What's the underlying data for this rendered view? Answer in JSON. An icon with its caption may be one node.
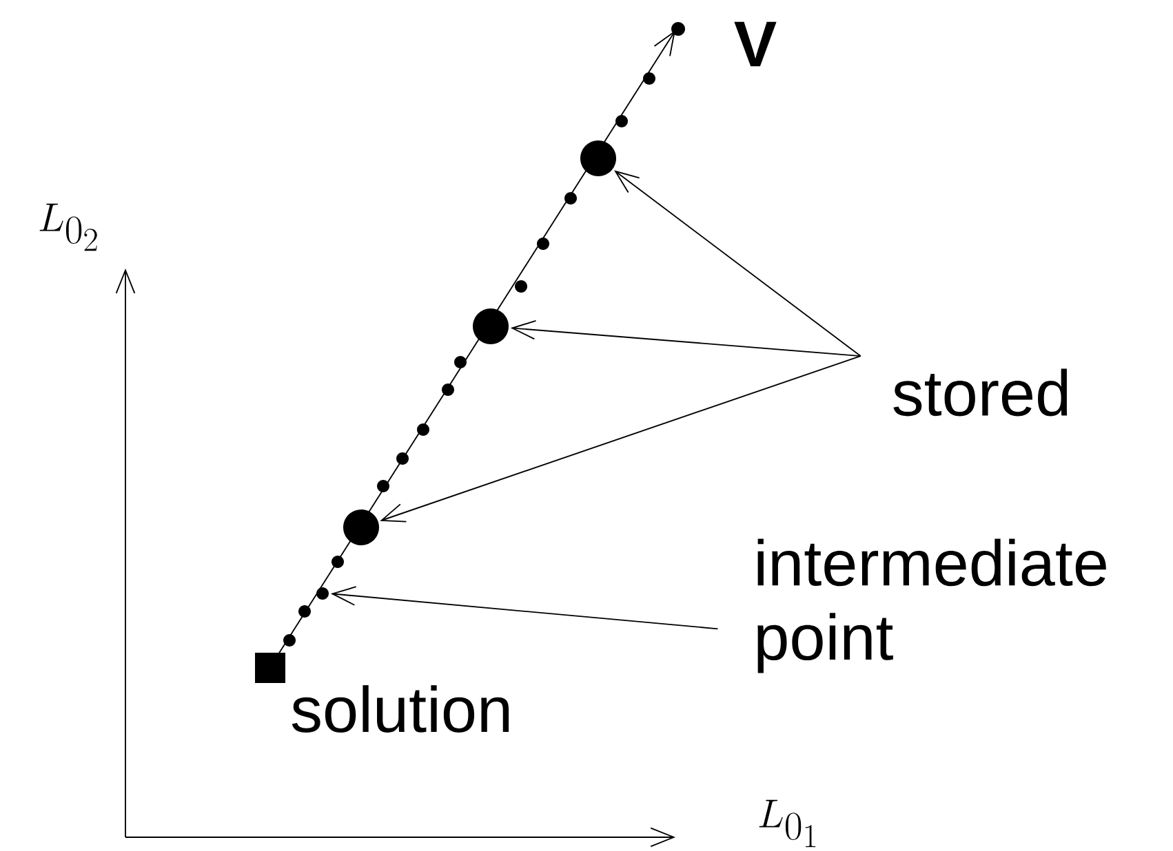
{
  "diagram": {
    "nodes": [
      {
        "text": [
          "stored"
        ]
      },
      {
        "text": [],
        "shape": "circle"
      },
      {
        "text": [],
        "shape": "circle"
      },
      {
        "text": [],
        "shape": "circle"
      },
      {
        "text": [
          "intermediate point"
        ]
      },
      {
        "text": [],
        "shape": "circle"
      },
      {
        "text": [
          "solution"
        ]
      }
    ],
    "edges": [
      {
        "from": 0,
        "to": 1,
        "arrow": "to"
      },
      {
        "from": 0,
        "to": 2,
        "arrow": "to"
      },
      {
        "from": 0,
        "to": 3,
        "arrow": "to"
      },
      {
        "from": 4,
        "to": 5,
        "arrow": "to"
      }
    ],
    "labels": [
      "\\mathbf{V}",
      "L_{0_2}",
      "L_{0_1}"
    ]
  }
}
